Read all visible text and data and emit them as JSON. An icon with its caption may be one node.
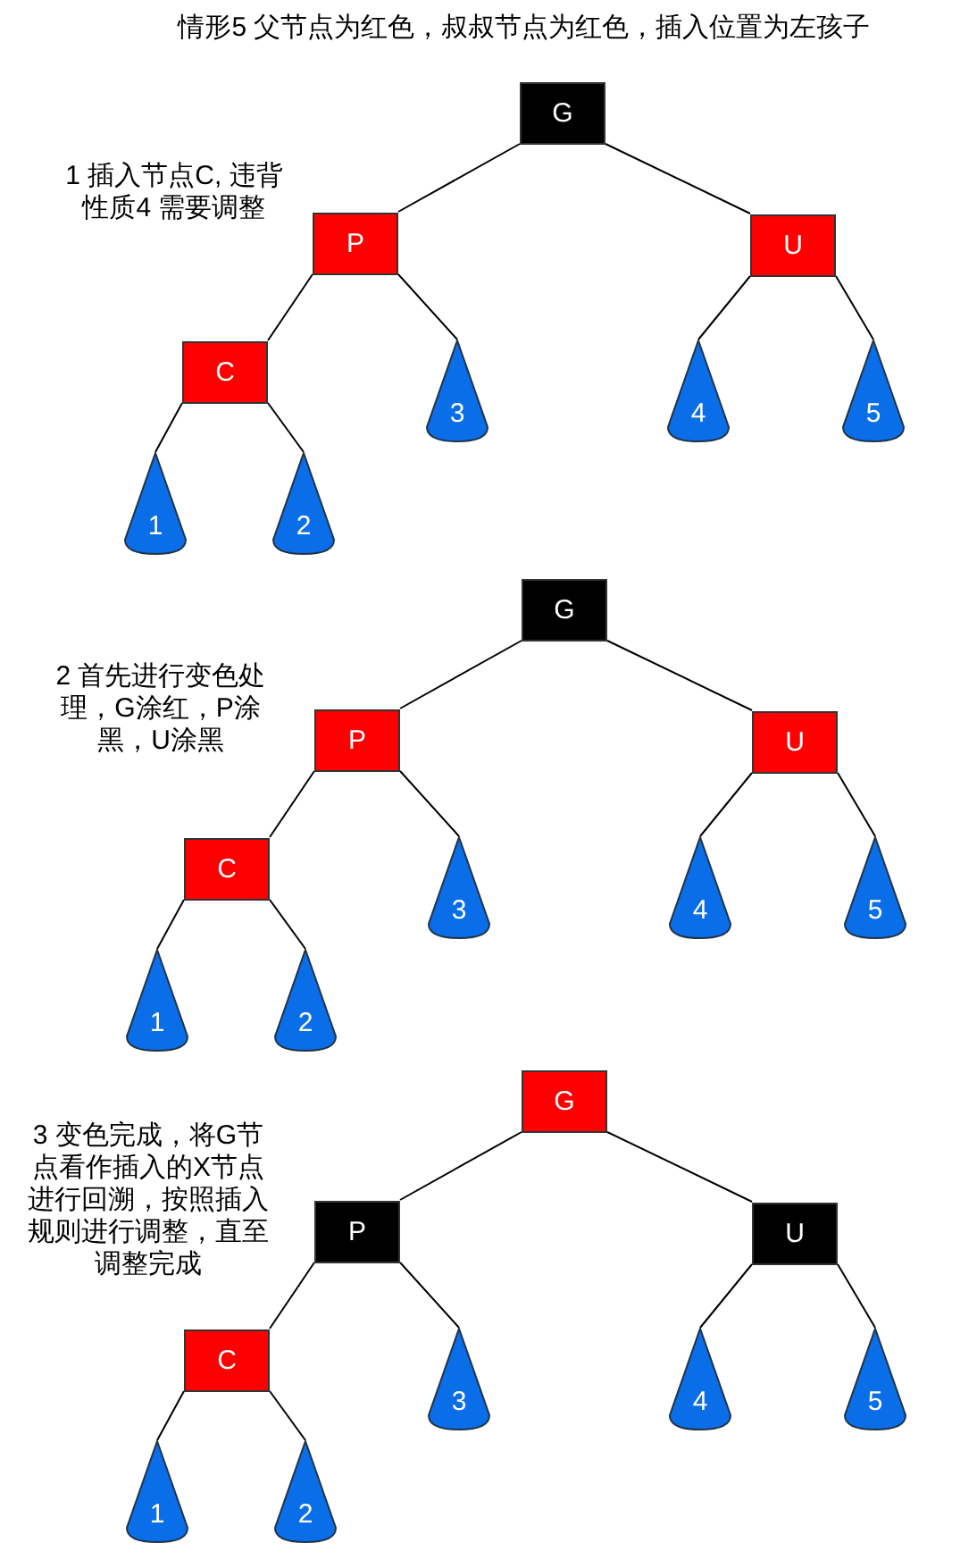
{
  "diagram": {
    "title": "情形5 父节点为红色，叔叔节点为红色，插入位置为左孩子",
    "nodes": [
      {
        "text": [
          "G"
        ]
      },
      {
        "text": [
          "P"
        ]
      },
      {
        "text": [
          "U"
        ]
      },
      {
        "text": [
          "C"
        ]
      },
      {
        "text": [
          "3"
        ]
      },
      {
        "text": [
          "4"
        ]
      },
      {
        "text": [
          "5"
        ]
      },
      {
        "text": [
          "1"
        ]
      },
      {
        "text": [
          "2"
        ]
      },
      {
        "text": [
          "G"
        ]
      },
      {
        "text": [
          "P"
        ]
      },
      {
        "text": [
          "U"
        ]
      },
      {
        "text": [
          "C"
        ]
      },
      {
        "text": [
          "3"
        ]
      },
      {
        "text": [
          "4"
        ]
      },
      {
        "text": [
          "5"
        ]
      },
      {
        "text": [
          "1"
        ]
      },
      {
        "text": [
          "2"
        ]
      },
      {
        "text": [
          "G"
        ]
      },
      {
        "text": [
          "P"
        ]
      },
      {
        "text": [
          "U"
        ]
      },
      {
        "text": [
          "C"
        ]
      },
      {
        "text": [
          "3"
        ]
      },
      {
        "text": [
          "4"
        ]
      },
      {
        "text": [
          "5"
        ]
      },
      {
        "text": [
          "1"
        ]
      },
      {
        "text": [
          "2"
        ]
      }
    ],
    "edges": [
      {
        "from": 0,
        "to": 1,
        "arrow": "none"
      },
      {
        "from": 0,
        "to": 2,
        "arrow": "none"
      },
      {
        "from": 1,
        "to": 3,
        "arrow": "none"
      },
      {
        "from": 1,
        "to": 4,
        "arrow": "none"
      },
      {
        "from": 2,
        "to": 5,
        "arrow": "none"
      },
      {
        "from": 2,
        "to": 6,
        "arrow": "none"
      },
      {
        "from": 3,
        "to": 7,
        "arrow": "none"
      },
      {
        "from": 3,
        "to": 8,
        "arrow": "none"
      },
      {
        "from": 9,
        "to": 10,
        "arrow": "none"
      },
      {
        "from": 9,
        "to": 11,
        "arrow": "none"
      },
      {
        "from": 10,
        "to": 12,
        "arrow": "none"
      },
      {
        "from": 10,
        "to": 13,
        "arrow": "none"
      },
      {
        "from": 11,
        "to": 14,
        "arrow": "none"
      },
      {
        "from": 11,
        "to": 15,
        "arrow": "none"
      },
      {
        "from": 12,
        "to": 16,
        "arrow": "none"
      },
      {
        "from": 12,
        "to": 17,
        "arrow": "none"
      },
      {
        "from": 18,
        "to": 19,
        "arrow": "none"
      },
      {
        "from": 18,
        "to": 20,
        "arrow": "none"
      },
      {
        "from": 19,
        "to": 21,
        "arrow": "none"
      },
      {
        "from": 19,
        "to": 22,
        "arrow": "none"
      },
      {
        "from": 20,
        "to": 23,
        "arrow": "none"
      },
      {
        "from": 20,
        "to": 24,
        "arrow": "none"
      },
      {
        "from": 21,
        "to": 25,
        "arrow": "none"
      },
      {
        "from": 21,
        "to": 26,
        "arrow": "none"
      }
    ],
    "labels": [
      "1 插入节点C, 违背性质4 需要调整",
      "2 首先进行变色处理，G涂红，P涂黑，U涂黑",
      "3 变色完成，将G节点看作插入的X节点进行回溯，按照插入规则进行调整，直至调整完成"
    ]
  }
}
